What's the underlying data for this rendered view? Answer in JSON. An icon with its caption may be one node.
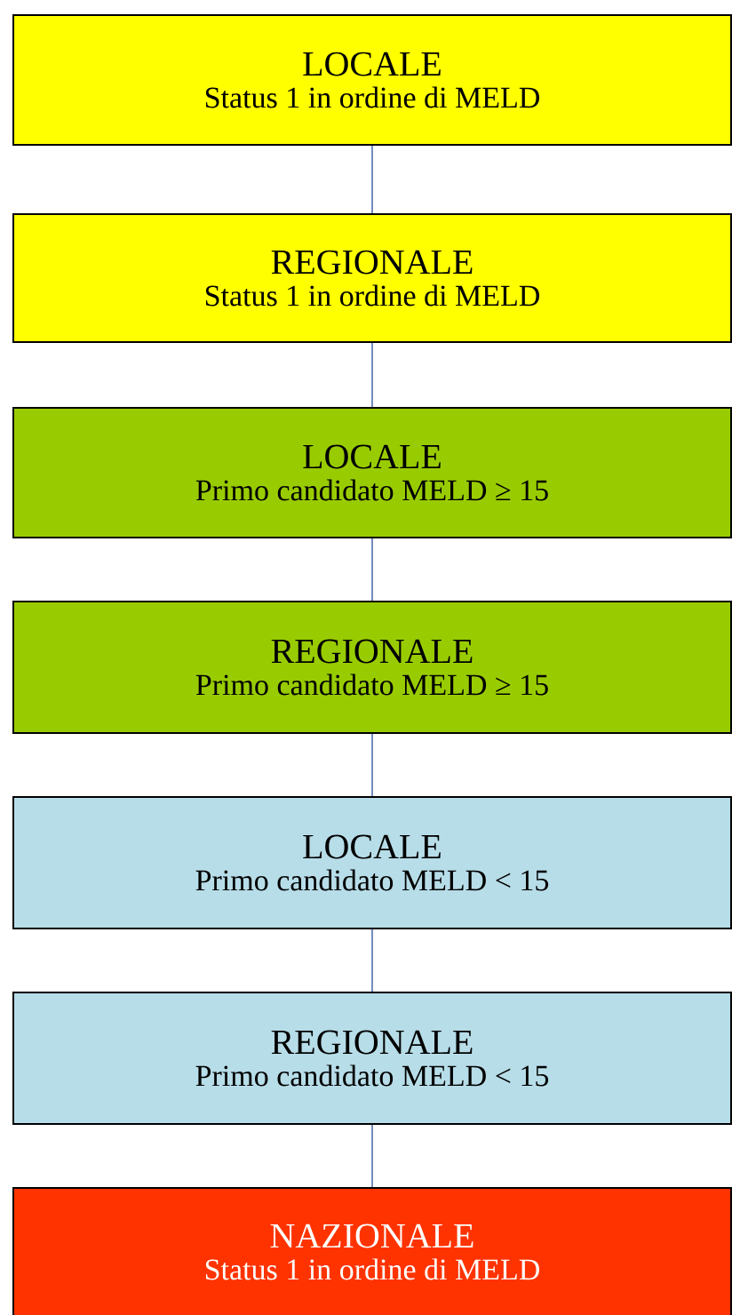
{
  "diagram": {
    "nodes": [
      {
        "text": [
          "LOCALE",
          "Status 1 in ordine di MELD"
        ]
      },
      {
        "text": [
          "REGIONALE",
          "Status 1 in ordine di MELD"
        ]
      },
      {
        "text": [
          "LOCALE",
          "Primo candidato MELD ≥ 15"
        ]
      },
      {
        "text": [
          "REGIONALE",
          "Primo candidato MELD ≥ 15"
        ]
      },
      {
        "text": [
          "LOCALE",
          "Primo candidato MELD < 15"
        ]
      },
      {
        "text": [
          "REGIONALE",
          "Primo candidato MELD < 15"
        ]
      },
      {
        "text": [
          "NAZIONALE",
          "Status 1 in ordine di MELD"
        ]
      }
    ],
    "edges": [
      {
        "from": 0,
        "to": 1,
        "arrow": "none"
      },
      {
        "from": 1,
        "to": 2,
        "arrow": "none"
      },
      {
        "from": 2,
        "to": 3,
        "arrow": "none"
      },
      {
        "from": 3,
        "to": 4,
        "arrow": "none"
      },
      {
        "from": 4,
        "to": 5,
        "arrow": "none"
      },
      {
        "from": 5,
        "to": 6,
        "arrow": "none"
      }
    ]
  }
}
